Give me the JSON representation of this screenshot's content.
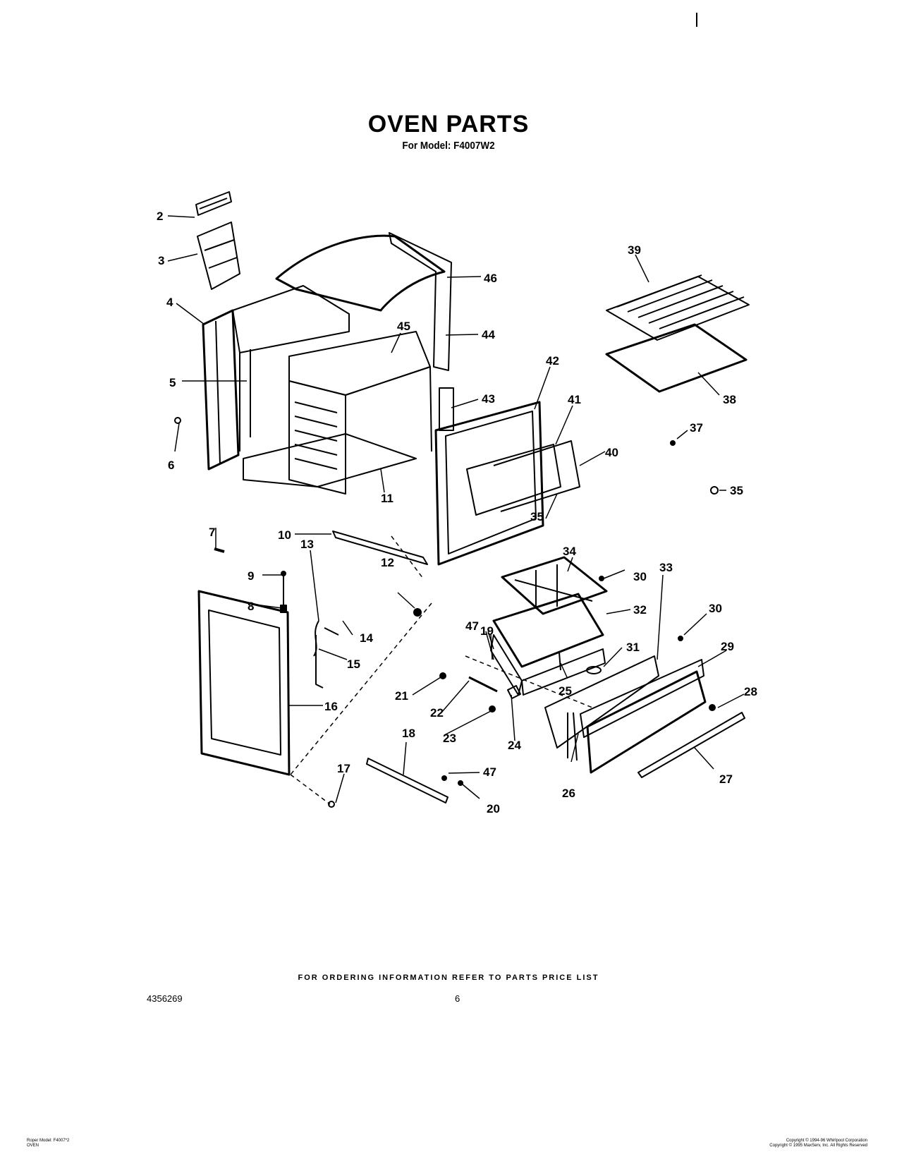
{
  "header": {
    "title": "OVEN PARTS",
    "subtitle": "For Model: F4007W2"
  },
  "callouts": [
    "2",
    "3",
    "4",
    "5",
    "6",
    "7",
    "8",
    "9",
    "10",
    "11",
    "12",
    "13",
    "14",
    "15",
    "16",
    "17",
    "18",
    "19",
    "20",
    "21",
    "22",
    "23",
    "24",
    "25",
    "26",
    "27",
    "28",
    "29",
    "30",
    "30",
    "31",
    "32",
    "33",
    "34",
    "35",
    "35",
    "37",
    "38",
    "39",
    "40",
    "41",
    "42",
    "43",
    "44",
    "45",
    "46",
    "47",
    "47"
  ],
  "footer": {
    "ordering": "FOR ORDERING INFORMATION REFER TO PARTS PRICE LIST",
    "part_number": "4356269",
    "page": "6",
    "left_line1": "Roper Model: F4007*2",
    "left_line2": "OVEN",
    "right_line1": "Copyright © 1994-96 Whirlpool Corporation",
    "right_line2": "Copyright © 1995 MaxServ, Inc.   All Rights Reserved"
  }
}
